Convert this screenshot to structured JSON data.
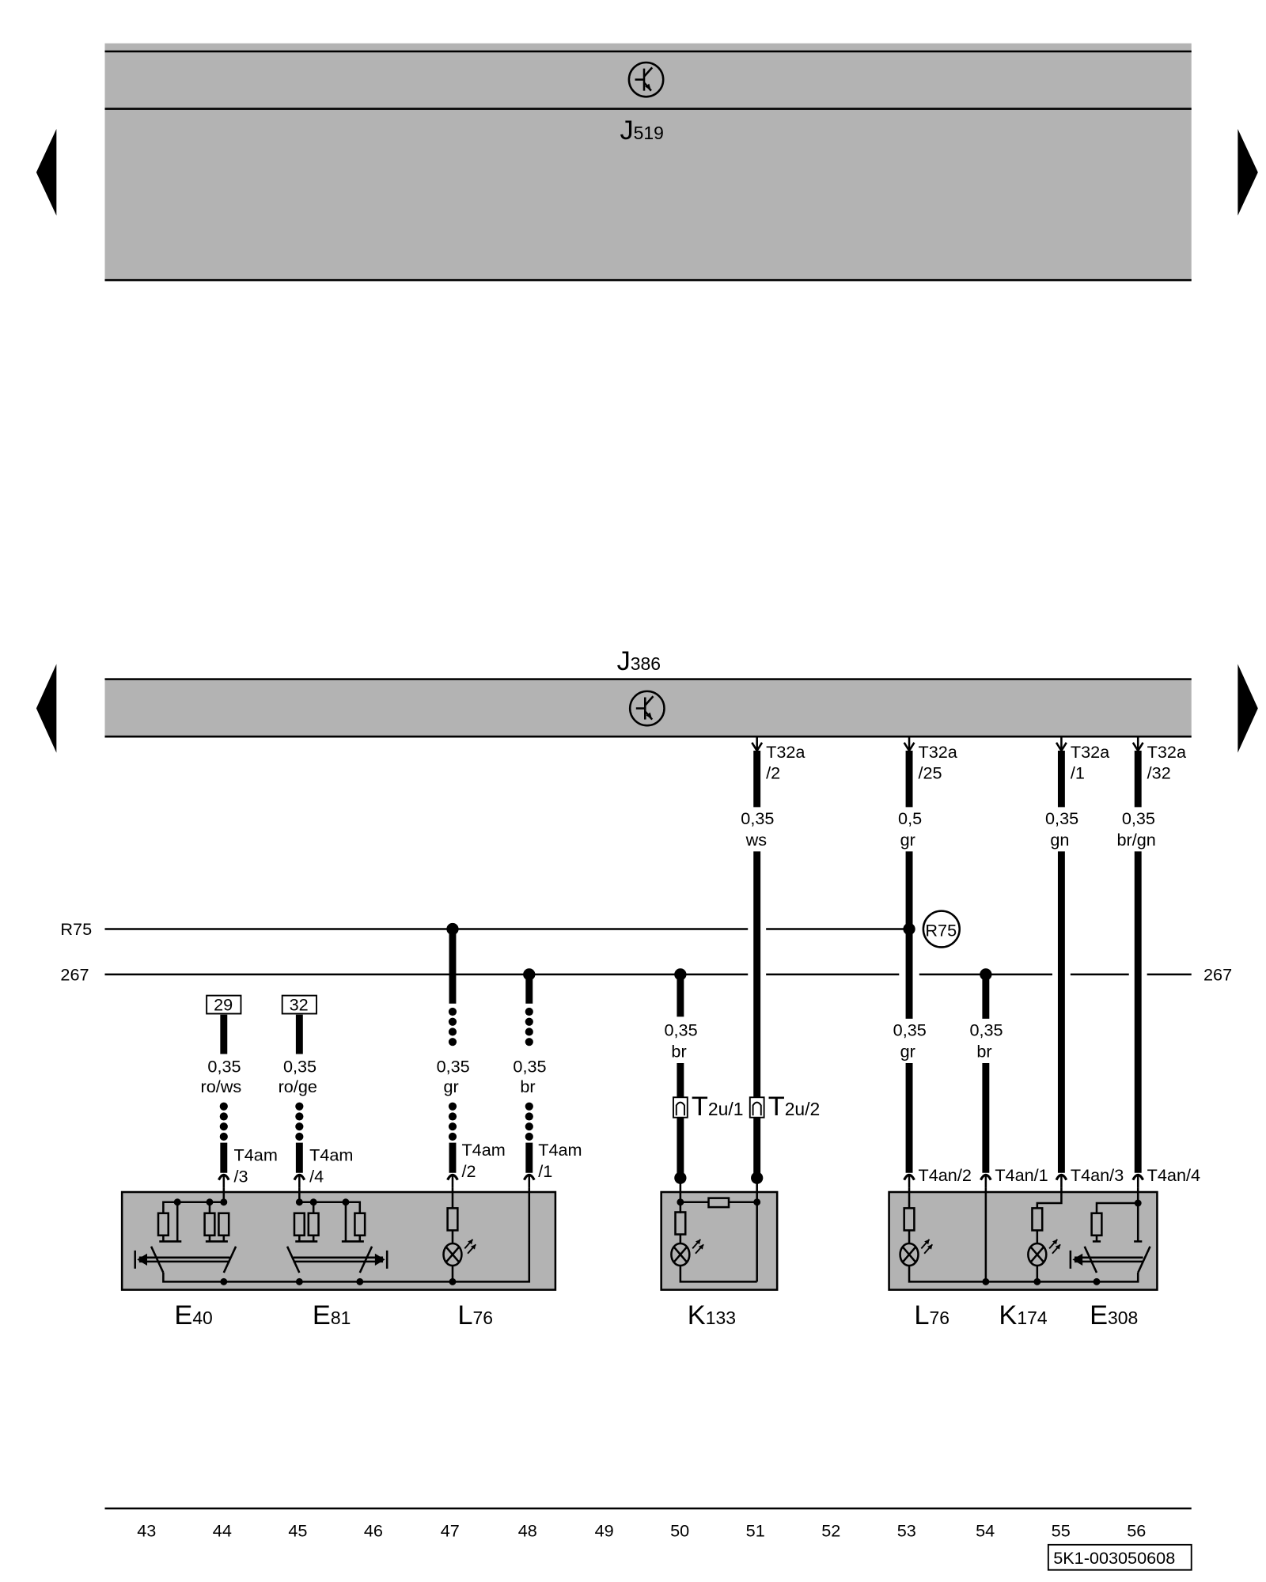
{
  "modules": {
    "top": {
      "letter": "J",
      "number": "519"
    },
    "bottom": {
      "letter": "J",
      "number": "386"
    }
  },
  "buses": {
    "r75_left": "R75",
    "b267_left": "267",
    "b267_right": "267",
    "r75_marker": "R75"
  },
  "fuses": [
    "29",
    "32"
  ],
  "wires": [
    {
      "size": "0,35",
      "color": "ro/ws",
      "conn": "T4am",
      "pin": "/3"
    },
    {
      "size": "0,35",
      "color": "ro/ge",
      "conn": "T4am",
      "pin": "/4"
    },
    {
      "size": "0,35",
      "color": "gr",
      "conn": "T4am",
      "pin": "/2"
    },
    {
      "size": "0,35",
      "color": "br",
      "conn": "T4am",
      "pin": "/1"
    },
    {
      "size": "0,35",
      "color": "br",
      "conn": "T",
      "pin": "2u/1"
    },
    {
      "top_conn": "T32a",
      "top_pin": "/2",
      "size": "0,35",
      "color": "ws",
      "conn": "T",
      "pin": "2u/2"
    },
    {
      "top_conn": "T32a",
      "top_pin": "/25",
      "top_size": "0,5",
      "top_color": "gr",
      "size": "0,35",
      "color": "gr",
      "conn": "T4an/2"
    },
    {
      "size": "0,35",
      "color": "br",
      "conn": "T4an/1"
    },
    {
      "top_conn": "T32a",
      "top_pin": "/1",
      "size": "0,35",
      "color": "gn",
      "conn": "T4an/3"
    },
    {
      "top_conn": "T32a",
      "top_pin": "/32",
      "size": "0,35",
      "color": "br/gn",
      "conn": "T4an/4"
    }
  ],
  "components": [
    {
      "letter": "E",
      "number": "40"
    },
    {
      "letter": "E",
      "number": "81"
    },
    {
      "letter": "L",
      "number": "76"
    },
    {
      "letter": "K",
      "number": "133"
    },
    {
      "letter": "L",
      "number": "76"
    },
    {
      "letter": "K",
      "number": "174"
    },
    {
      "letter": "E",
      "number": "308"
    }
  ],
  "grid": [
    "43",
    "44",
    "45",
    "46",
    "47",
    "48",
    "49",
    "50",
    "51",
    "52",
    "53",
    "54",
    "55",
    "56"
  ],
  "reference": "5K1-003050608",
  "colors": {
    "module_fill": "#b3b3b3",
    "line": "#000000"
  }
}
